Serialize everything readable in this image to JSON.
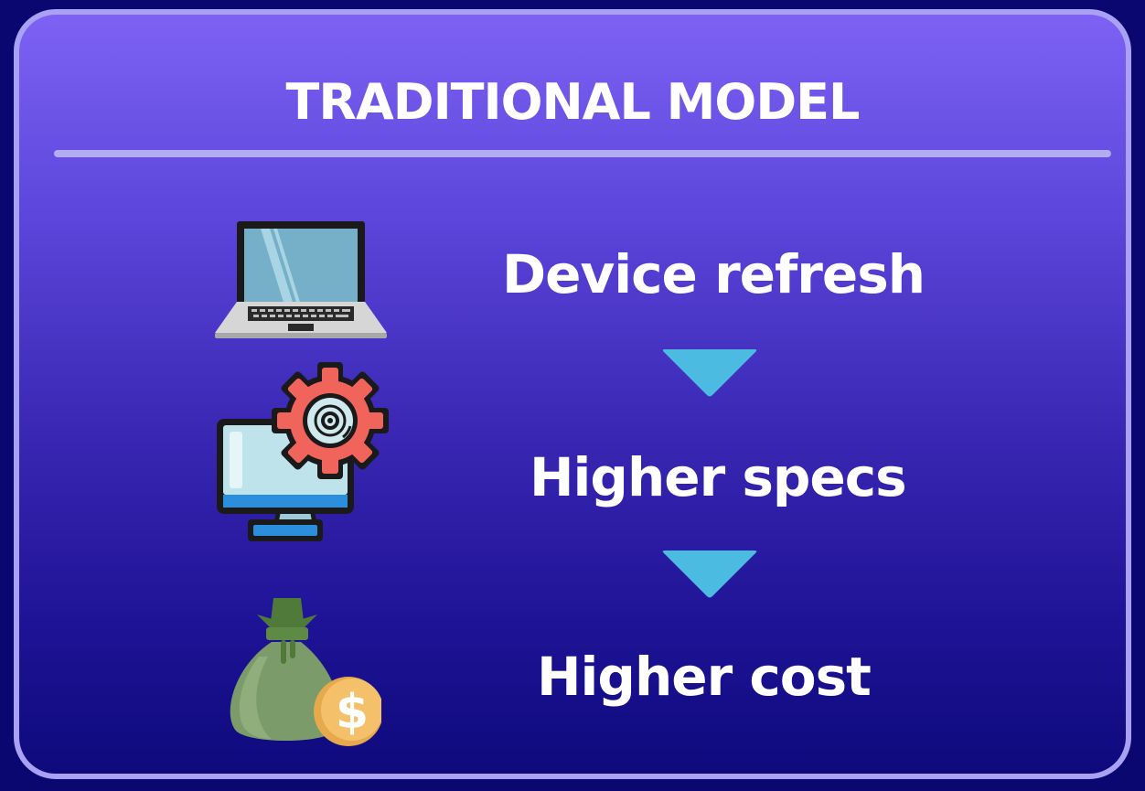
{
  "title": "TRADITIONAL MODEL",
  "steps": [
    {
      "label": "Device refresh",
      "icon": "laptop-icon"
    },
    {
      "label": "Higher specs",
      "icon": "monitor-settings-icon"
    },
    {
      "label": "Higher cost",
      "icon": "money-bag-icon"
    }
  ],
  "colors": {
    "background": "#0a0870",
    "card_top": "#7d62f4",
    "card_bottom": "#0e0a7c",
    "border": "#a9a2f4",
    "arrow": "#4bbbe2",
    "text": "#ffffff"
  }
}
